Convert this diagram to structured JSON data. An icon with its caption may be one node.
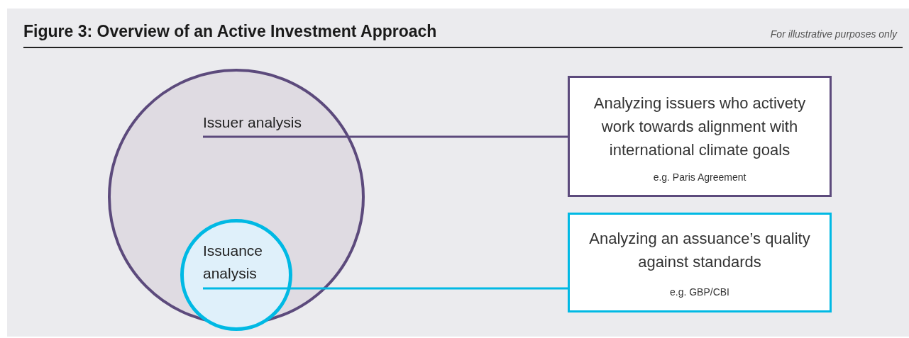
{
  "diagram": {
    "title": "Figure 3: Overview of an Active Investment Approach",
    "nodes": [
      {
        "text": [
          "Issuer analysis"
        ]
      },
      {
        "text": [
          "Issuance analysis"
        ],
        "in": 0
      },
      {
        "text": [
          "Analyzing issuers who activety work towards alignment with international climate goals",
          "e.g. Paris Agreement"
        ]
      },
      {
        "text": [
          "Analyzing an assuance’s quality against standards",
          "e.g. GBP/CBI"
        ]
      }
    ],
    "edges": [
      {
        "from": 0,
        "to": 2,
        "arrow": "none"
      },
      {
        "from": 1,
        "to": 3,
        "arrow": "none",
        "color": "#00b9e4"
      }
    ],
    "labels": [
      "For illustrative purposes only"
    ]
  }
}
